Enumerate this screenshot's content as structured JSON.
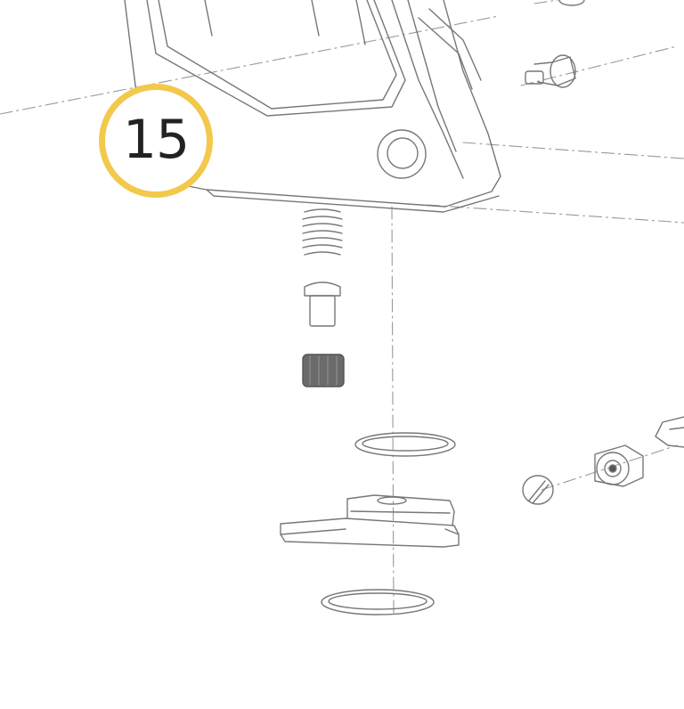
{
  "step": {
    "number": "15",
    "badge_color": "#f2c94c"
  },
  "diagram": {
    "line_color": "#777777",
    "part_fill_dark": "#6b6b6b",
    "parts": [
      "lever-housing",
      "pivot-bushing",
      "spring",
      "plunger-pin",
      "set-screw",
      "upper-o-ring",
      "shim-plate",
      "lower-o-ring",
      "shoulder-bolt",
      "small-set-screw",
      "bushing-nut",
      "bracket-fragment"
    ]
  }
}
